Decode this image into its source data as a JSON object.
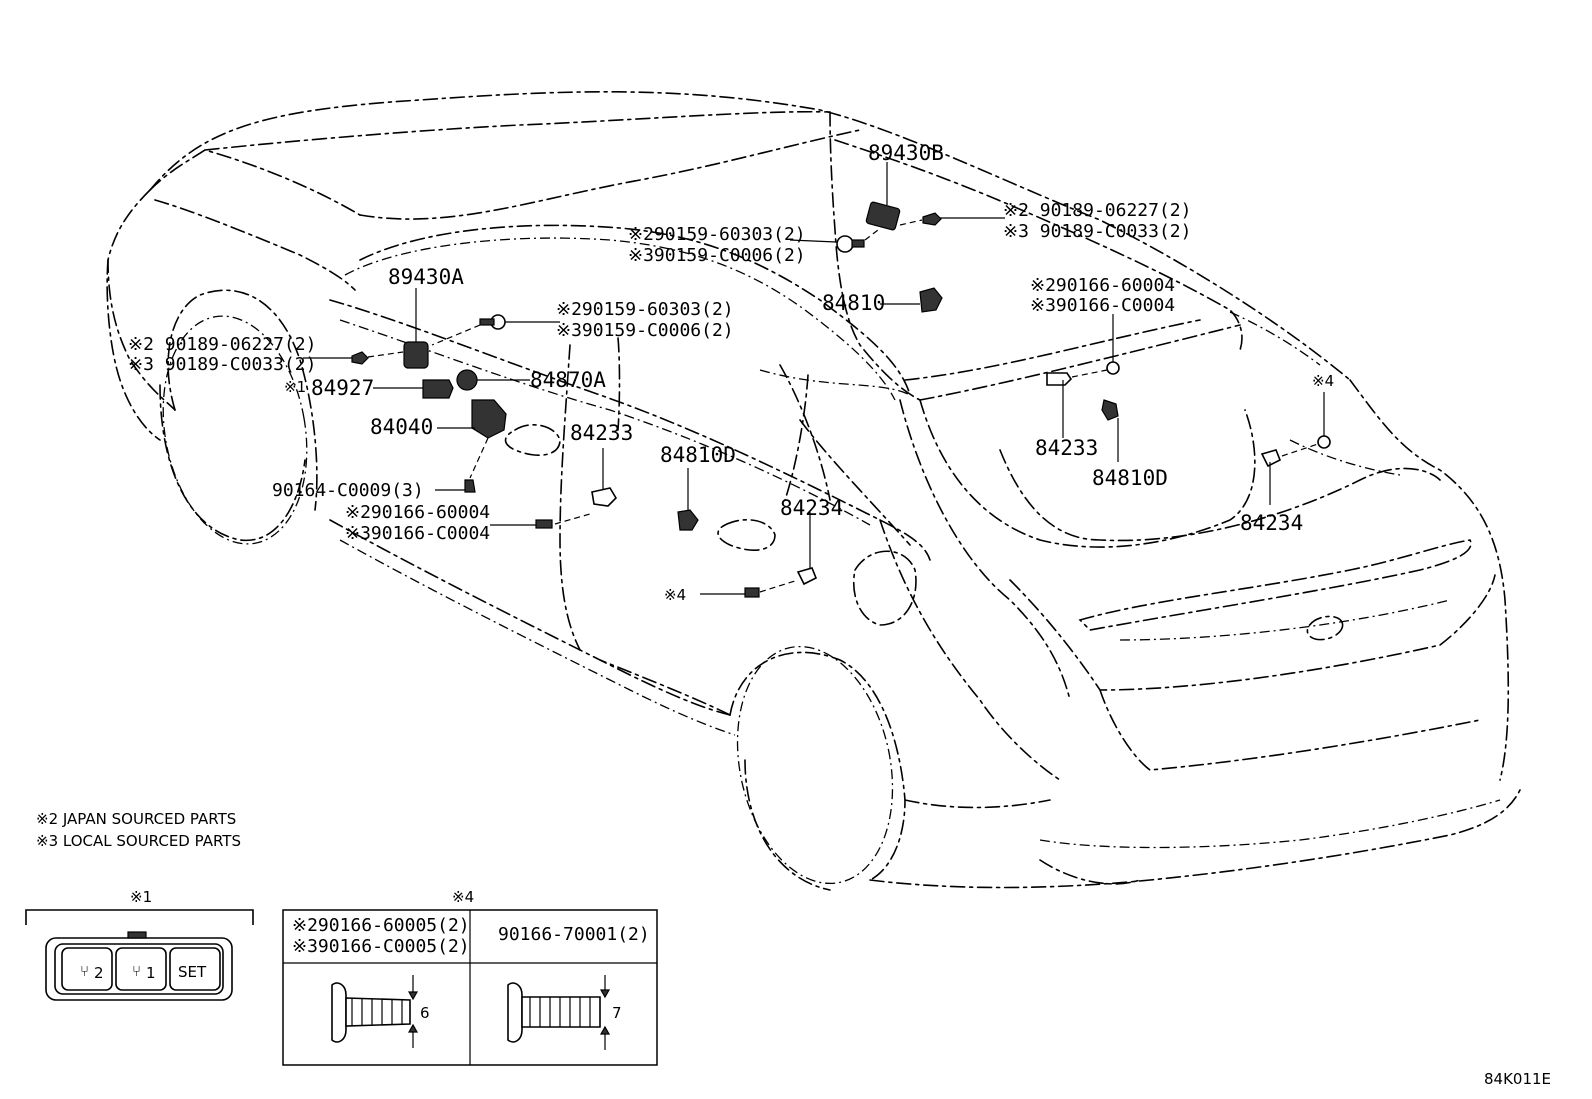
{
  "labels": {
    "p89430B": "89430B",
    "p89430A": "89430A",
    "p84810": "84810",
    "p84927": "84927",
    "p84927_mark": "※1",
    "p84870A": "84870A",
    "p84040": "84040",
    "p84233_left": "84233",
    "p84233_right": "84233",
    "p84810D_left": "84810D",
    "p84810D_right": "84810D",
    "p84234_center": "84234",
    "p84234_right": "84234",
    "mark4_center": "※4",
    "mark4_right": "※4",
    "top_right_a": "※2 90189-06227(2)",
    "top_right_b": "※3 90189-C0033(2)",
    "top_center_a": "※290159-60303(2)",
    "top_center_b": "※390159-C0006(2)",
    "mid_right_a": "※290166-60004",
    "mid_right_b": "※390166-C0004",
    "left_center_a": "※290159-60303(2)",
    "left_center_b": "※390159-C0006(2)",
    "left_far_a": "※2 90189-06227(2)",
    "left_far_b": "※3 90189-C0033(2)",
    "screw_90164": "90164-C0009(3)",
    "left_low_a": "※290166-60004",
    "left_low_b": "※390166-C0004"
  },
  "notes": {
    "japan": "※2 JAPAN SOURCED PARTS",
    "local": "※3 LOCAL SOURCED PARTS"
  },
  "inset1": {
    "mark": "※1",
    "buttons": [
      "2",
      "1",
      "SET"
    ]
  },
  "inset4": {
    "mark": "※4",
    "col1_a": "※290166-60005(2)",
    "col1_b": "※390166-C0005(2)",
    "col1_dim": "6",
    "col2": "90166-70001(2)",
    "col2_dim": "7"
  },
  "diagram_id": "84K011E"
}
